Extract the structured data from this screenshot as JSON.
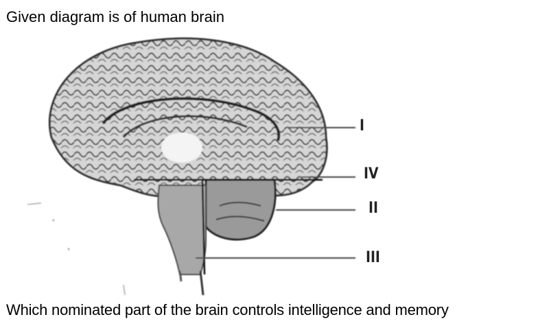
{
  "question": {
    "intro": "Given diagram is of human brain",
    "prompt": "Which nominated part of the brain controls intelligence and memory"
  },
  "diagram": {
    "subject": "human brain sagittal section",
    "labels": [
      {
        "id": "I",
        "text": "I",
        "points_to": "cerebrum"
      },
      {
        "id": "IV",
        "text": "IV",
        "points_to": "mid-brain level"
      },
      {
        "id": "II",
        "text": "II",
        "points_to": "cerebellum"
      },
      {
        "id": "III",
        "text": "III",
        "points_to": "medulla / spinal cord"
      }
    ]
  }
}
